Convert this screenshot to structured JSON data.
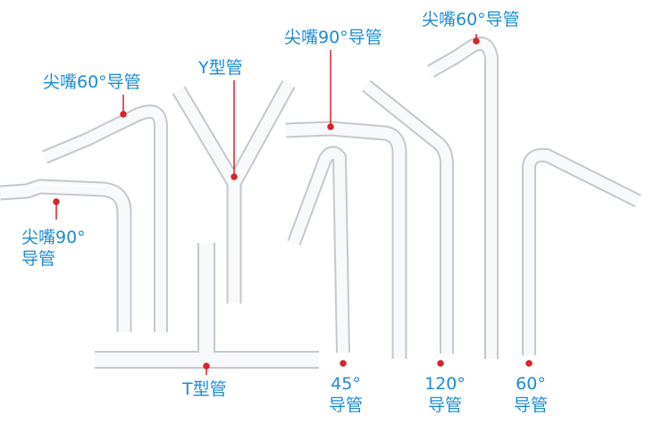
{
  "labels": {
    "tip60_left": "尖嘴60°导管",
    "y_tube": "Y型管",
    "tip90_top": "尖嘴90°导管",
    "tip60_top": "尖嘴60°导管",
    "tip90_left_line1": "尖嘴90°",
    "tip90_left_line2": "导管",
    "t_tube": "T型管",
    "deg45_line1": "45°",
    "deg45_line2": "导管",
    "deg120_line1": "120°",
    "deg120_line2": "导管",
    "deg60_line1": "60°",
    "deg60_line2": "导管"
  },
  "colors": {
    "label_text": "#1e8bd2",
    "pointer_line": "#d9232d",
    "pointer_dot": "#d9232d",
    "tube_outline": "#c4c8cc",
    "tube_fill": "#f7f8f9"
  }
}
